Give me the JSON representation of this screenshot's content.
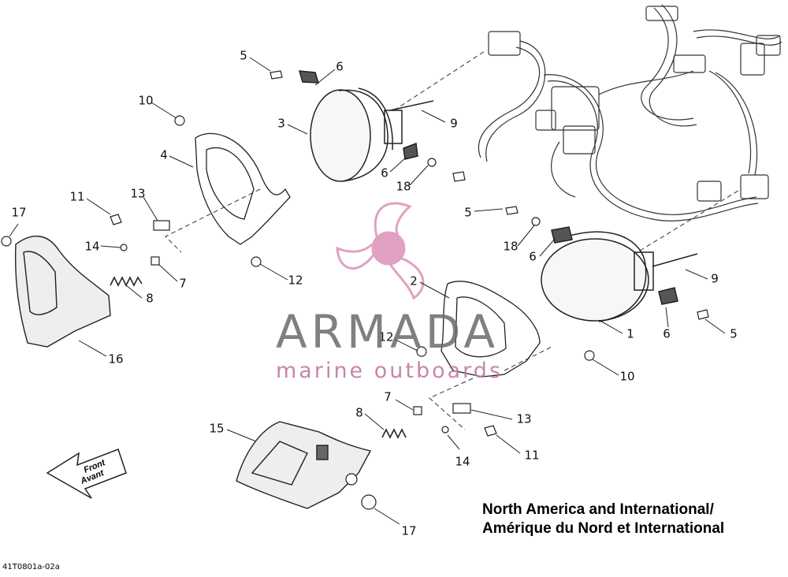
{
  "callouts": [
    {
      "id": "c5a",
      "label": "5"
    },
    {
      "id": "c6a",
      "label": "6"
    },
    {
      "id": "c10a",
      "label": "10"
    },
    {
      "id": "c3",
      "label": "3"
    },
    {
      "id": "c9a",
      "label": "9"
    },
    {
      "id": "c4",
      "label": "4"
    },
    {
      "id": "c6b",
      "label": "6"
    },
    {
      "id": "c18a",
      "label": "18"
    },
    {
      "id": "c11a",
      "label": "11"
    },
    {
      "id": "c13a",
      "label": "13"
    },
    {
      "id": "c17a",
      "label": "17"
    },
    {
      "id": "c5b",
      "label": "5"
    },
    {
      "id": "c14a",
      "label": "14"
    },
    {
      "id": "c7a",
      "label": "7"
    },
    {
      "id": "c12a",
      "label": "12"
    },
    {
      "id": "c18b",
      "label": "18"
    },
    {
      "id": "c6c",
      "label": "6"
    },
    {
      "id": "c8a",
      "label": "8"
    },
    {
      "id": "c2",
      "label": "2"
    },
    {
      "id": "c9b",
      "label": "9"
    },
    {
      "id": "c16",
      "label": "16"
    },
    {
      "id": "c1",
      "label": "1"
    },
    {
      "id": "c6d",
      "label": "6"
    },
    {
      "id": "c5c",
      "label": "5"
    },
    {
      "id": "c12b",
      "label": "12"
    },
    {
      "id": "c10b",
      "label": "10"
    },
    {
      "id": "c7b",
      "label": "7"
    },
    {
      "id": "c8b",
      "label": "8"
    },
    {
      "id": "c15",
      "label": "15"
    },
    {
      "id": "c13b",
      "label": "13"
    },
    {
      "id": "c14b",
      "label": "14"
    },
    {
      "id": "c11b",
      "label": "11"
    },
    {
      "id": "c17b",
      "label": "17"
    }
  ],
  "watermark": {
    "brand": "ARMADA",
    "tagline": "marine outboards",
    "brand_color": "#6b6b6b",
    "accent_color": "#d98ab5"
  },
  "region_label": {
    "line1": "North America and International/",
    "line2": "Amérique du Nord et International"
  },
  "front_arrow": {
    "line1": "Front",
    "line2": "Avant"
  },
  "drawing_code": "41T0801a-02a"
}
